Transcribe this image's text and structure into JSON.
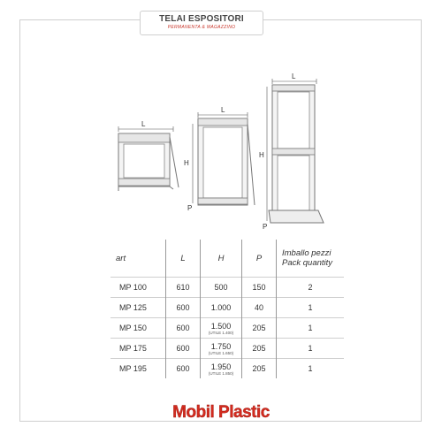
{
  "header": {
    "title": "TELAI ESPOSITORI",
    "subtitle": "PERMANENTA & MAGAZZINO"
  },
  "drawings": {
    "small": {
      "L": "L"
    },
    "medium": {
      "L": "L",
      "H": "H",
      "P": "P"
    },
    "tall": {
      "L": "L",
      "H": "H",
      "P": "P"
    }
  },
  "table": {
    "headers": [
      "art",
      "L",
      "H",
      "P",
      "Imballo pezzi",
      "Pack quantity"
    ],
    "rows": [
      {
        "art": "MP 100",
        "L": "610",
        "H": "500",
        "H_note": "",
        "P": "150",
        "qty": "2"
      },
      {
        "art": "MP 125",
        "L": "600",
        "H": "1.000",
        "H_note": "",
        "P": "40",
        "qty": "1"
      },
      {
        "art": "MP 150",
        "L": "600",
        "H": "1.500",
        "H_note": "(UTILE 1.400)",
        "P": "205",
        "qty": "1"
      },
      {
        "art": "MP 175",
        "L": "600",
        "H": "1.750",
        "H_note": "(UTILE 1.650)",
        "P": "205",
        "qty": "1"
      },
      {
        "art": "MP 195",
        "L": "600",
        "H": "1.950",
        "H_note": "(UTILE 1.850)",
        "P": "205",
        "qty": "1"
      }
    ]
  },
  "brand": {
    "logo_text": "Mobil Plastic",
    "color": "#d42b1f"
  }
}
